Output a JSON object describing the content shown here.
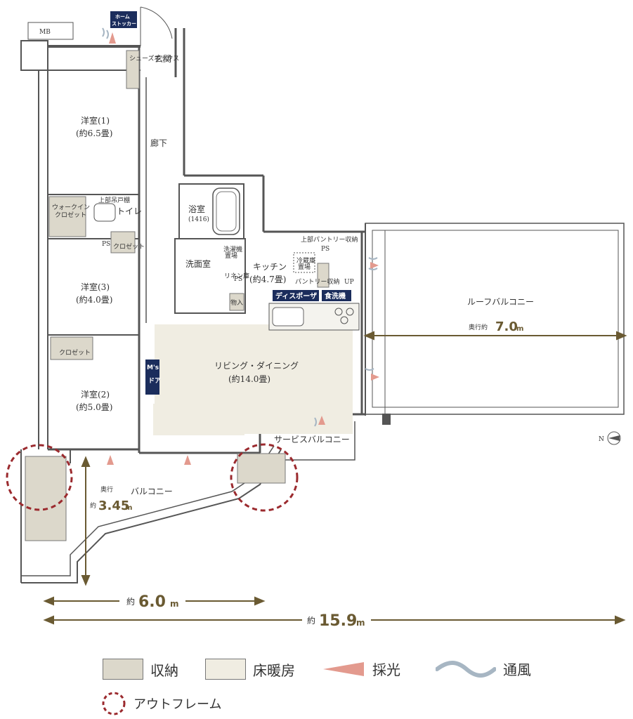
{
  "rooms": {
    "western1": {
      "name": "洋室(1)",
      "size": "(約6.5畳)"
    },
    "western2": {
      "name": "洋室(2)",
      "size": "(約5.0畳)"
    },
    "western3": {
      "name": "洋室(3)",
      "size": "(約4.0畳)"
    },
    "living": {
      "name": "リビング・ダイニング",
      "size": "(約14.0畳)"
    },
    "kitchen": {
      "name": "キッチン",
      "size": "(約4.7畳)"
    },
    "bath": {
      "name": "浴室",
      "size": "(1416)"
    },
    "washroom": {
      "name": "洗面室"
    },
    "toilet": {
      "name": "トイレ"
    },
    "corridor": {
      "name": "廊下"
    },
    "entrance": {
      "name": "玄関"
    },
    "walkin": {
      "line1": "ウォークイン",
      "line2": "クロゼット"
    },
    "closet_a": "クロゼット",
    "closet_b": "クロゼット",
    "mb": "MB",
    "ps_labels": [
      "PS",
      "PS",
      "PS"
    ],
    "storage": "物入",
    "linen": "リネン庫",
    "fridge": {
      "line1": "冷蔵庫",
      "line2": "置場"
    },
    "washer": {
      "line1": "洗濯機",
      "line2": "置場"
    },
    "shoe_box": "シューズボックス",
    "upper_shelf": "上部吊戸棚",
    "upper_pantry": "上部パントリー収納",
    "pantry": "パントリー収納",
    "up": "UP"
  },
  "badges": {
    "home_stocker": {
      "line1": "ホーム",
      "line2": "ストッカー"
    },
    "disposer": "ディスポーザ",
    "dishwasher": "食洗機",
    "ms_door": {
      "line1": "M's",
      "line2": "ドア"
    }
  },
  "balconies": {
    "roof": "ルーフバルコニー",
    "roof_depth_prefix": "奥行約",
    "roof_depth_value": "7.0",
    "roof_depth_unit": "m",
    "service": "サービスバルコニー",
    "main": "バルコニー",
    "main_depth_prefix": "奥行",
    "main_depth_approx": "約",
    "main_depth_value": "3.45",
    "main_depth_unit": "m"
  },
  "dimensions": {
    "width_approx": "約",
    "width_value": "6.0",
    "width_unit": "m",
    "total_approx": "約",
    "total_value": "15.9",
    "total_unit": "m"
  },
  "compass": {
    "label": "N"
  },
  "legend": {
    "storage": "収納",
    "floor_heating": "床暖房",
    "daylight": "採光",
    "ventilation": "通風",
    "outframe": "アウトフレーム"
  },
  "colors": {
    "storage": "#dcd8cb",
    "floor_heating": "#f0ede2",
    "daylight": "#e39a8e",
    "ventilation": "#a7b6c3",
    "outframe": "#9b2a2e",
    "dimension": "#6a5a32",
    "badge": "#1b2d5c"
  }
}
